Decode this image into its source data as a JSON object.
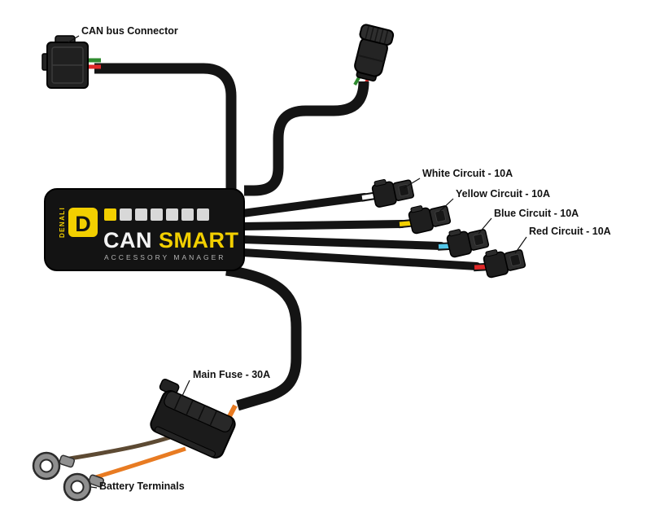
{
  "diagram": {
    "labels": {
      "can_bus_connector": "CAN bus Connector",
      "white_circuit": "White Circuit - 10A",
      "yellow_circuit": "Yellow Circuit - 10A",
      "blue_circuit": "Blue Circuit - 10A",
      "red_circuit": "Red Circuit - 10A",
      "main_fuse": "Main Fuse - 30A",
      "battery_terminals": "Battery Terminals"
    },
    "device": {
      "logo_letter": "D",
      "brand": "DENALI",
      "name_can": "CAN",
      "name_smart": "SMART",
      "subtitle": "ACCESSORY MANAGER",
      "led_count": 7
    },
    "colors": {
      "accent_yellow": "#f2cf00",
      "led_inactive": "#d8d8d8",
      "cable_black": "#141414",
      "wire_white": "#ffffff",
      "wire_yellow": "#f2cf00",
      "wire_blue": "#52c6e8",
      "wire_red": "#e02828",
      "wire_orange": "#e87b22",
      "wire_brown": "#5d4a33",
      "wire_green": "#2e8b2e"
    }
  }
}
